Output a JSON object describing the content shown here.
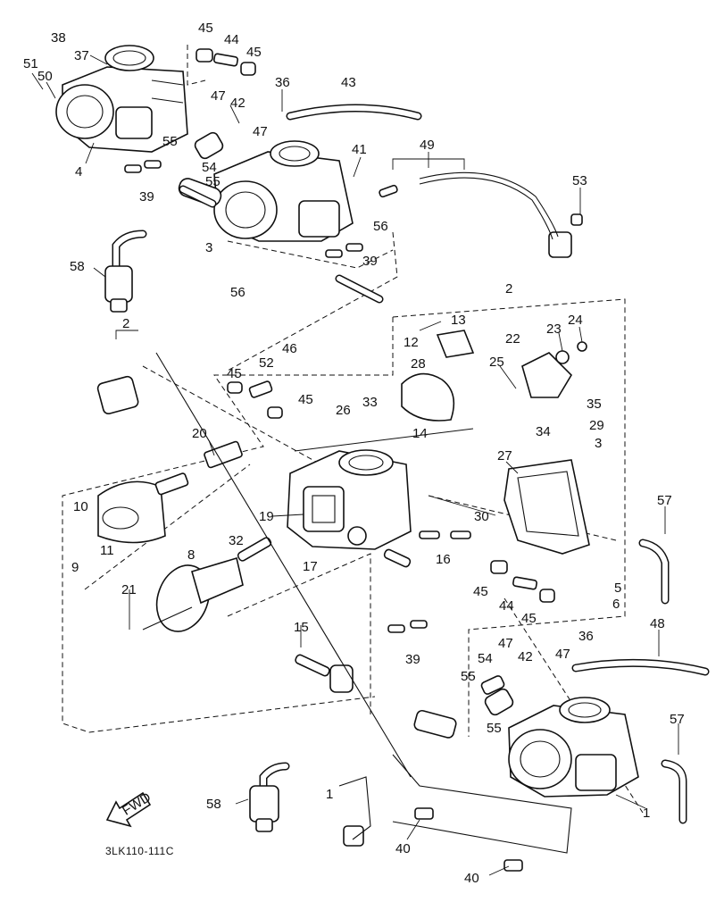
{
  "diagram": {
    "drawing_code": "3LK110-111C",
    "fwd_label": "FWD",
    "callouts": [
      {
        "id": "c38a",
        "text": "38"
      },
      {
        "id": "c37a",
        "text": "37"
      },
      {
        "id": "c45a",
        "text": "45"
      },
      {
        "id": "c44a",
        "text": "44"
      },
      {
        "id": "c45b",
        "text": "45"
      },
      {
        "id": "c51",
        "text": "51"
      },
      {
        "id": "c50",
        "text": "50"
      },
      {
        "id": "c47a",
        "text": "47"
      },
      {
        "id": "c42a",
        "text": "42"
      },
      {
        "id": "c36a",
        "text": "36"
      },
      {
        "id": "c43",
        "text": "43"
      },
      {
        "id": "c47b",
        "text": "47"
      },
      {
        "id": "c55a",
        "text": "55"
      },
      {
        "id": "c41",
        "text": "41"
      },
      {
        "id": "c49",
        "text": "49"
      },
      {
        "id": "c4",
        "text": "4"
      },
      {
        "id": "c54a",
        "text": "54"
      },
      {
        "id": "c55b",
        "text": "55"
      },
      {
        "id": "c39a",
        "text": "39"
      },
      {
        "id": "c53",
        "text": "53"
      },
      {
        "id": "c56a",
        "text": "56"
      },
      {
        "id": "c3a",
        "text": "3"
      },
      {
        "id": "c39b",
        "text": "39"
      },
      {
        "id": "c58a",
        "text": "58"
      },
      {
        "id": "c56b",
        "text": "56"
      },
      {
        "id": "c2a",
        "text": "2"
      },
      {
        "id": "c13",
        "text": "13"
      },
      {
        "id": "c2b",
        "text": "2"
      },
      {
        "id": "c12",
        "text": "12"
      },
      {
        "id": "c22",
        "text": "22"
      },
      {
        "id": "c23",
        "text": "23"
      },
      {
        "id": "c24",
        "text": "24"
      },
      {
        "id": "c46",
        "text": "46"
      },
      {
        "id": "c52",
        "text": "52"
      },
      {
        "id": "c25",
        "text": "25"
      },
      {
        "id": "c28",
        "text": "28"
      },
      {
        "id": "c45c",
        "text": "45"
      },
      {
        "id": "c45d",
        "text": "45"
      },
      {
        "id": "c33",
        "text": "33"
      },
      {
        "id": "c26",
        "text": "26"
      },
      {
        "id": "c35",
        "text": "35"
      },
      {
        "id": "c14",
        "text": "14"
      },
      {
        "id": "c29",
        "text": "29"
      },
      {
        "id": "c34",
        "text": "34"
      },
      {
        "id": "c3b",
        "text": "3"
      },
      {
        "id": "c20",
        "text": "20"
      },
      {
        "id": "c27",
        "text": "27"
      },
      {
        "id": "c57a",
        "text": "57"
      },
      {
        "id": "c10",
        "text": "10"
      },
      {
        "id": "c19",
        "text": "19"
      },
      {
        "id": "c30",
        "text": "30"
      },
      {
        "id": "c11",
        "text": "11"
      },
      {
        "id": "c9",
        "text": "9"
      },
      {
        "id": "c32",
        "text": "32"
      },
      {
        "id": "c16",
        "text": "16"
      },
      {
        "id": "c17",
        "text": "17"
      },
      {
        "id": "c8",
        "text": "8"
      },
      {
        "id": "c5",
        "text": "5"
      },
      {
        "id": "c45e",
        "text": "45"
      },
      {
        "id": "c44b",
        "text": "44"
      },
      {
        "id": "c45f",
        "text": "45"
      },
      {
        "id": "c6",
        "text": "6"
      },
      {
        "id": "c21",
        "text": "21"
      },
      {
        "id": "c15",
        "text": "15"
      },
      {
        "id": "c48",
        "text": "48"
      },
      {
        "id": "c39c",
        "text": "39"
      },
      {
        "id": "c54b",
        "text": "54"
      },
      {
        "id": "c47c",
        "text": "47"
      },
      {
        "id": "c42b",
        "text": "42"
      },
      {
        "id": "c47d",
        "text": "47"
      },
      {
        "id": "c36b",
        "text": "36"
      },
      {
        "id": "c55c",
        "text": "55"
      },
      {
        "id": "c55d",
        "text": "55"
      },
      {
        "id": "c57b",
        "text": "57"
      },
      {
        "id": "c1a",
        "text": "1"
      },
      {
        "id": "c58b",
        "text": "58"
      },
      {
        "id": "c1b",
        "text": "1"
      },
      {
        "id": "c40a",
        "text": "40"
      },
      {
        "id": "c40b",
        "text": "40"
      }
    ]
  }
}
